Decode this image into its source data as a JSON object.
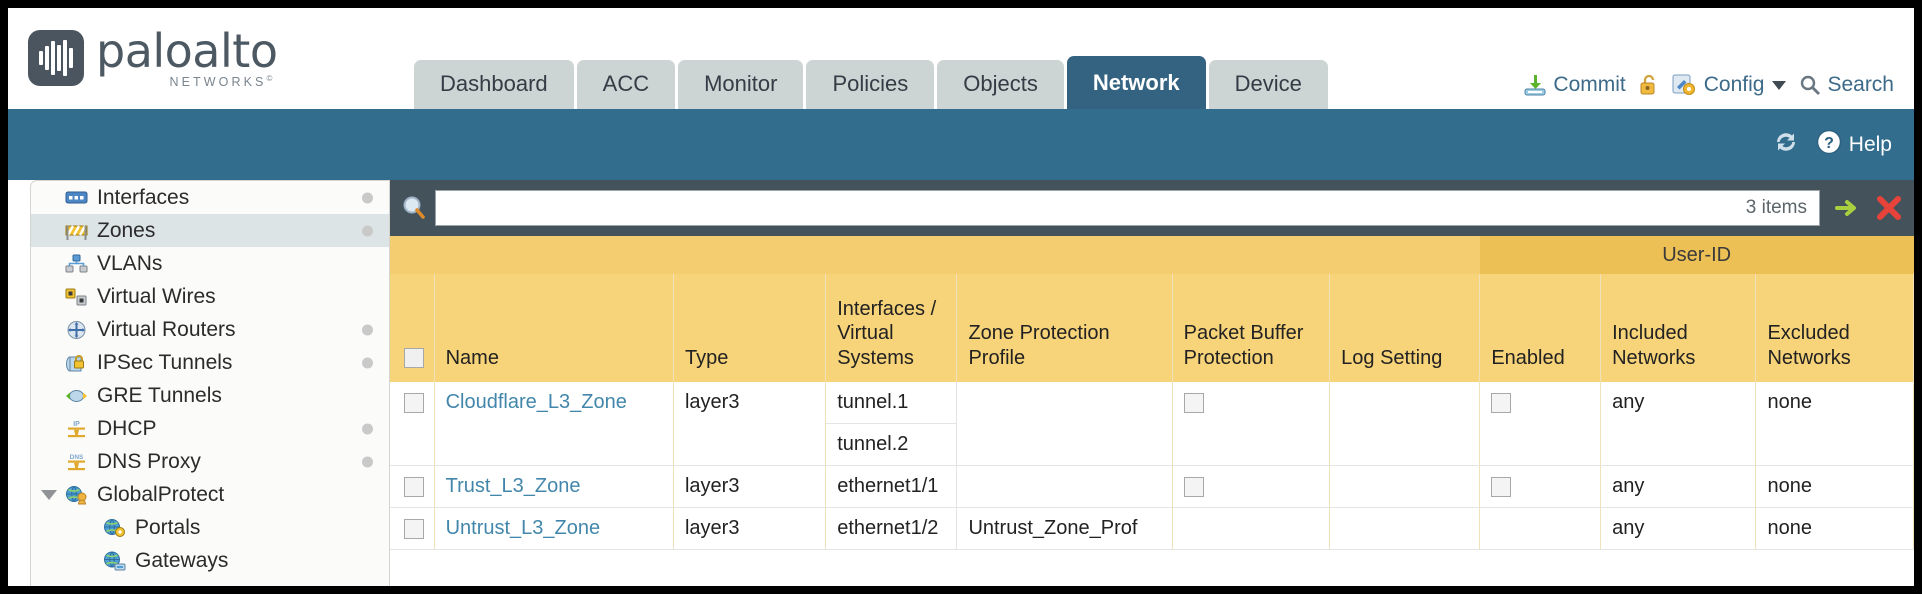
{
  "brand": {
    "name": "paloalto",
    "tagline": "NETWORKS",
    "trademark": "©"
  },
  "nav": {
    "tabs": [
      {
        "label": "Dashboard",
        "active": false
      },
      {
        "label": "ACC",
        "active": false
      },
      {
        "label": "Monitor",
        "active": false
      },
      {
        "label": "Policies",
        "active": false
      },
      {
        "label": "Objects",
        "active": false
      },
      {
        "label": "Network",
        "active": true
      },
      {
        "label": "Device",
        "active": false
      }
    ]
  },
  "top_actions": {
    "commit": "Commit",
    "config": "Config",
    "search": "Search",
    "lock_icon": "unlocked-padlock-icon",
    "commit_icon": "commit-download-icon",
    "config_icon": "config-wrench-icon",
    "search_icon": "magnifier-icon",
    "caret_icon": "chevron-down-icon"
  },
  "band": {
    "refresh_icon": "refresh-icon",
    "help_icon": "help-question-icon",
    "help_label": "Help"
  },
  "sidebar": {
    "items": [
      {
        "label": "Interfaces",
        "icon": "interfaces-icon",
        "selected": false,
        "dot": true,
        "child": false,
        "expander": false
      },
      {
        "label": "Zones",
        "icon": "zones-icon",
        "selected": true,
        "dot": true,
        "child": false,
        "expander": false
      },
      {
        "label": "VLANs",
        "icon": "vlans-icon",
        "selected": false,
        "dot": false,
        "child": false,
        "expander": false
      },
      {
        "label": "Virtual Wires",
        "icon": "virtual-wires-icon",
        "selected": false,
        "dot": false,
        "child": false,
        "expander": false
      },
      {
        "label": "Virtual Routers",
        "icon": "virtual-routers-icon",
        "selected": false,
        "dot": true,
        "child": false,
        "expander": false
      },
      {
        "label": "IPSec Tunnels",
        "icon": "ipsec-tunnels-icon",
        "selected": false,
        "dot": true,
        "child": false,
        "expander": false
      },
      {
        "label": "GRE Tunnels",
        "icon": "gre-tunnels-icon",
        "selected": false,
        "dot": false,
        "child": false,
        "expander": false
      },
      {
        "label": "DHCP",
        "icon": "dhcp-icon",
        "selected": false,
        "dot": true,
        "child": false,
        "expander": false
      },
      {
        "label": "DNS Proxy",
        "icon": "dns-proxy-icon",
        "selected": false,
        "dot": true,
        "child": false,
        "expander": false
      },
      {
        "label": "GlobalProtect",
        "icon": "globalprotect-icon",
        "selected": false,
        "dot": false,
        "child": false,
        "expander": true
      },
      {
        "label": "Portals",
        "icon": "portals-icon",
        "selected": false,
        "dot": false,
        "child": true,
        "expander": false
      },
      {
        "label": "Gateways",
        "icon": "gateways-icon",
        "selected": false,
        "dot": false,
        "child": true,
        "expander": false
      }
    ]
  },
  "search": {
    "value": "",
    "placeholder": "",
    "items_count": "3 items",
    "apply_icon": "apply-arrow-icon",
    "clear_icon": "clear-x-icon",
    "icon": "search-magnifier-icon"
  },
  "table": {
    "group_header": {
      "user_id": "User-ID"
    },
    "columns": [
      "Name",
      "Type",
      "Interfaces / Virtual Systems",
      "Zone Protection Profile",
      "Packet Buffer Protection",
      "Log Setting",
      "Enabled",
      "Included Networks",
      "Excluded Networks"
    ],
    "rows": [
      {
        "name": "Cloudflare_L3_Zone",
        "type": "layer3",
        "interfaces": [
          "tunnel.1",
          "tunnel.2"
        ],
        "zone_protection_profile": "",
        "packet_buffer_protection": false,
        "log_setting": "",
        "enabled": false,
        "included_networks": "any",
        "excluded_networks": "none"
      },
      {
        "name": "Trust_L3_Zone",
        "type": "layer3",
        "interfaces": [
          "ethernet1/1"
        ],
        "zone_protection_profile": "",
        "packet_buffer_protection": false,
        "log_setting": "",
        "enabled": false,
        "included_networks": "any",
        "excluded_networks": "none"
      },
      {
        "name": "Untrust_L3_Zone",
        "type": "layer3",
        "interfaces": [
          "ethernet1/2"
        ],
        "zone_protection_profile": "Untrust_Zone_Prof",
        "packet_buffer_protection": false,
        "log_setting": "",
        "enabled": false,
        "included_networks": "any",
        "excluded_networks": "none"
      }
    ]
  },
  "colors": {
    "brand_blue": "#336d8e",
    "tab_active": "#346381",
    "tab_inactive": "#ccd4d4",
    "header_yellow": "#f7d379",
    "group_yellow": "#edc055",
    "link_blue": "#4287ab",
    "searchbar_dark": "#44525c"
  }
}
